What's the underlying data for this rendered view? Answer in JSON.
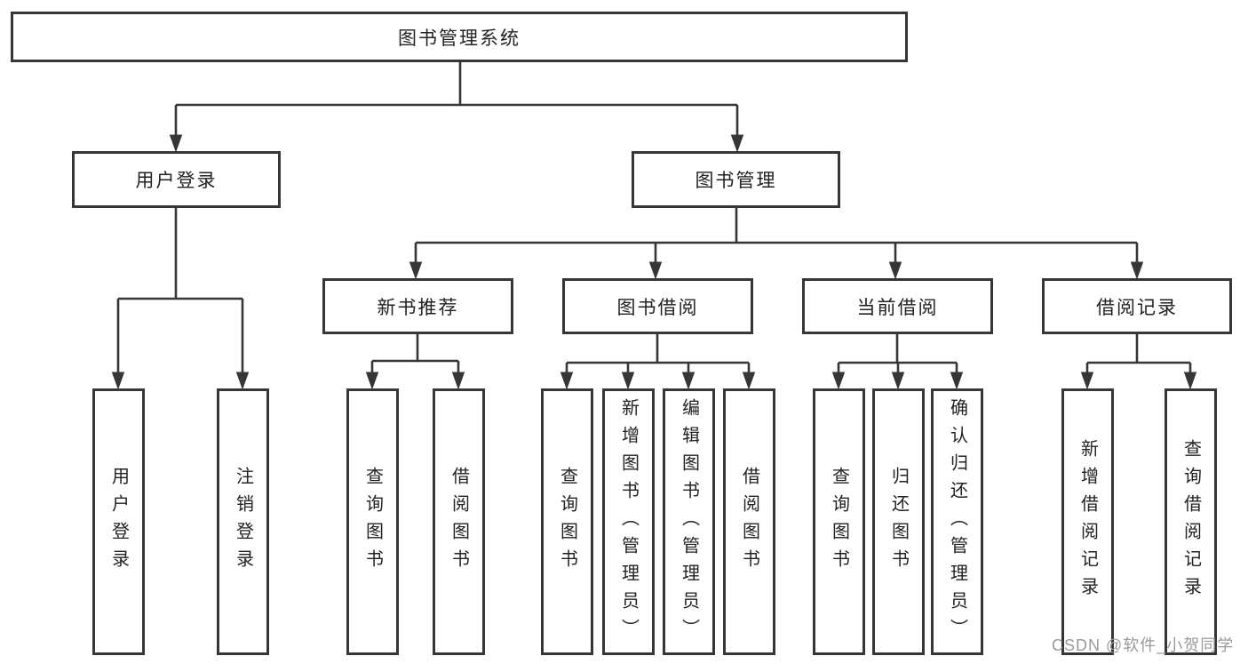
{
  "tree": {
    "root": {
      "label": "图书管理系统",
      "children": [
        {
          "label": "用户登录",
          "children": [
            {
              "label": "用户登录"
            },
            {
              "label": "注销登录"
            }
          ]
        },
        {
          "label": "图书管理",
          "children": [
            {
              "label": "新书推荐",
              "children": [
                {
                  "label": "查询图书"
                },
                {
                  "label": "借阅图书"
                }
              ]
            },
            {
              "label": "图书借阅",
              "children": [
                {
                  "label": "查询图书"
                },
                {
                  "label": "新增图书（管理员）"
                },
                {
                  "label": "编辑图书（管理员）"
                },
                {
                  "label": "借阅图书"
                }
              ]
            },
            {
              "label": "当前借阅",
              "children": [
                {
                  "label": "查询图书"
                },
                {
                  "label": "归还图书"
                },
                {
                  "label": "确认归还（管理员）"
                }
              ]
            },
            {
              "label": "借阅记录",
              "children": [
                {
                  "label": "新增借阅记录"
                },
                {
                  "label": "查询借阅记录"
                }
              ]
            }
          ]
        }
      ]
    }
  },
  "watermark": {
    "text": "CSDN @软件_小贺同学"
  },
  "colors": {
    "line": "#363636",
    "text": "#222222",
    "watermark": "#9a9a9a",
    "background": "#ffffff"
  }
}
